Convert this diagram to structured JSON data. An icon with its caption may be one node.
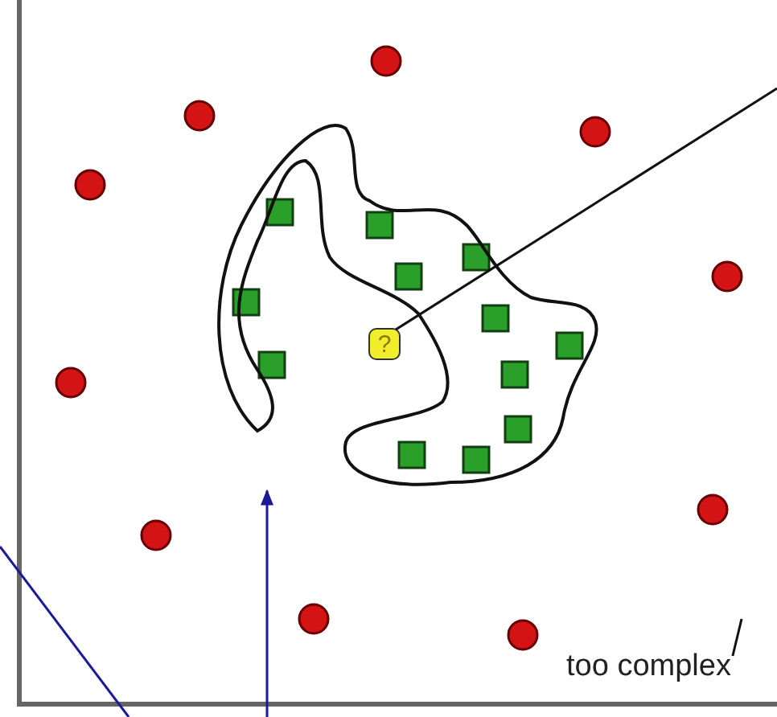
{
  "diagram": {
    "nodes": [
      {
        "text": [
          "?"
        ]
      },
      {
        "text": [],
        "shape": "outline"
      },
      {
        "text": [
          "too complex"
        ]
      }
    ],
    "edges": [
      {
        "from": null,
        "to": 0,
        "arrow": "none"
      },
      {
        "from": null,
        "to": 1,
        "arrow": "to",
        "color": "#1a1a9a"
      },
      {
        "from": 2,
        "to": null,
        "arrow": "none"
      }
    ]
  }
}
